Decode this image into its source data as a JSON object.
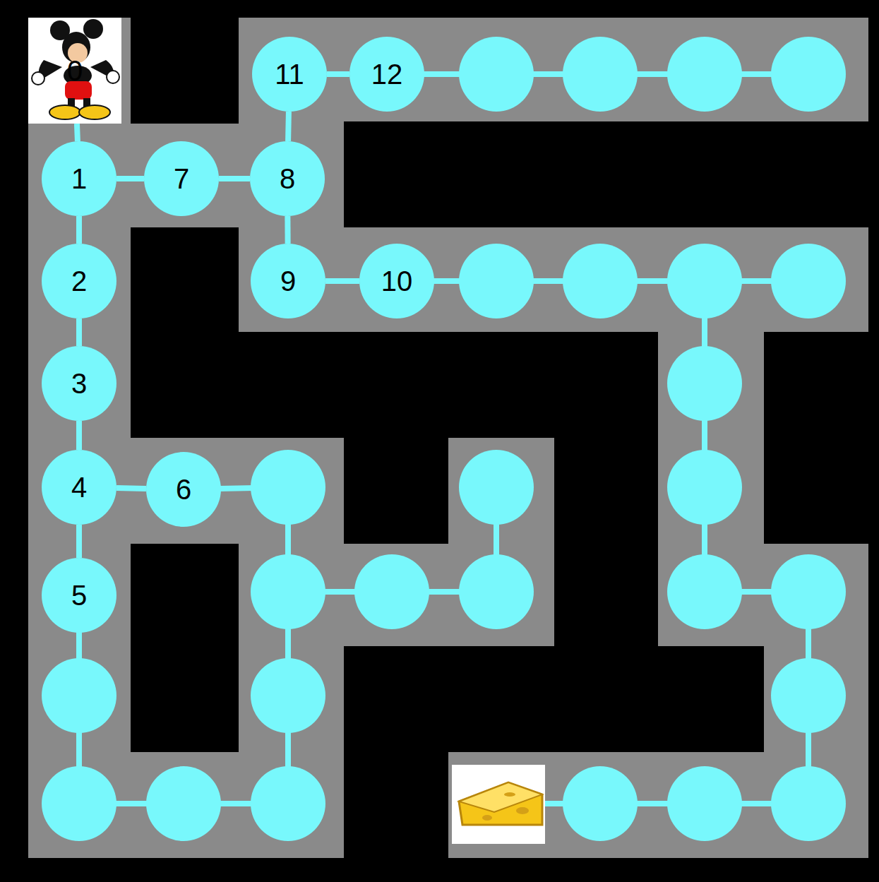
{
  "diagram": {
    "nodes": [
      {
        "text": [
          "0"
        ]
      },
      {
        "text": [
          "1"
        ]
      },
      {
        "text": [
          "2"
        ]
      },
      {
        "text": [
          "3"
        ]
      },
      {
        "text": [
          "4"
        ]
      },
      {
        "text": [
          "5"
        ]
      },
      {
        "text": [
          "6"
        ]
      },
      {
        "text": [
          "7"
        ]
      },
      {
        "text": [
          "8"
        ]
      },
      {
        "text": [
          "9"
        ]
      },
      {
        "text": [
          "10"
        ]
      },
      {
        "text": [
          "11"
        ]
      },
      {
        "text": [
          "12"
        ]
      }
    ],
    "edges": [
      {
        "from": 0,
        "to": 1,
        "arrow": "none"
      },
      {
        "from": 1,
        "to": 2,
        "arrow": "none"
      },
      {
        "from": 2,
        "to": 3,
        "arrow": "none"
      },
      {
        "from": 3,
        "to": 4,
        "arrow": "none"
      },
      {
        "from": 4,
        "to": 5,
        "arrow": "none"
      },
      {
        "from": 4,
        "to": 6,
        "arrow": "none"
      },
      {
        "from": 1,
        "to": 7,
        "arrow": "none"
      },
      {
        "from": 7,
        "to": 8,
        "arrow": "none"
      },
      {
        "from": 8,
        "to": 9,
        "arrow": "none"
      },
      {
        "from": 9,
        "to": 10,
        "arrow": "none"
      },
      {
        "from": 8,
        "to": 11,
        "arrow": "none"
      },
      {
        "from": 11,
        "to": 12,
        "arrow": "none"
      }
    ]
  }
}
